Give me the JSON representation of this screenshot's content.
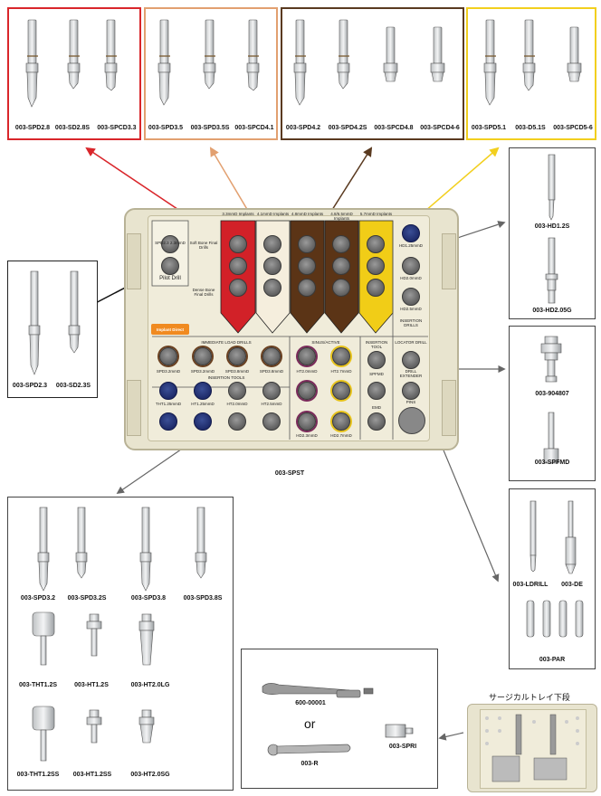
{
  "top_groups": [
    {
      "border": "#d9262b",
      "labels": [
        "003-SPD2.8",
        "003-SD2.8S",
        "003-SPCD3.3"
      ]
    },
    {
      "border": "#e2a070",
      "labels": [
        "003-SPD3.5",
        "003-SPD3.5S",
        "003-SPCD4.1"
      ]
    },
    {
      "border": "#5a3a20",
      "labels": [
        "003-SPD4.2",
        "003-SPD4.2S",
        "003-SPCD4.8",
        "003-SPCD4-6"
      ]
    },
    {
      "border": "#f2cf1e",
      "labels": [
        "003-SPD5.1",
        "003-D5.1S",
        "003-SPCD5-6"
      ]
    }
  ],
  "left_box": {
    "labels": [
      "003-SPD2.3",
      "003-SD2.3S"
    ]
  },
  "right_boxes": [
    {
      "labels": [
        "003-HD1.2S",
        "003-HD2.05G"
      ]
    },
    {
      "labels": [
        "003-904807",
        "003-SPFMD"
      ]
    },
    {
      "labels": [
        "003-LDRILL",
        "003-DE",
        "003-PAR"
      ]
    }
  ],
  "bottom_left": {
    "labels": [
      "003-SPD3.2",
      "003-SPD3.2S",
      "003-SPD3.8",
      "003-SPD3.8S",
      "003-THT1.2S",
      "003-HT1.2S",
      "003-HT2.0LG",
      "003-THT1.2SS",
      "003-HT1.2SS",
      "003-HT2.0SG"
    ]
  },
  "bottom_mid": {
    "wrench": "600-00001",
    "or": "or",
    "ratchet": "003-R",
    "adapter": "003-SPRI"
  },
  "tray_caption": "003-SPST",
  "jp_caption": "サージカルトレイ下段",
  "tray": {
    "col_heads": [
      "3.3mmD Implants",
      "4.1mmD Implants",
      "4.8mmD Implants",
      "4.8/6.5mmD Implants",
      "5.7mmD Implants"
    ],
    "pilot": [
      "SPD2.3 2.3mmD",
      "Pilot Drill"
    ],
    "side_labels": [
      "Soft Bone Final Drills",
      "Dense Bone Final Drills"
    ],
    "immediate": "IMMEDIATE LOAD DRILLS",
    "insertion_tools": "INSERTION TOOLS",
    "sinus": "SINUS/ACTIVE",
    "insertion_tool": "INSERTION TOOL",
    "locator": "LOCATOR DRILL",
    "drill_ext": "DRILL EXTENDER",
    "pins": "PINS",
    "hd_drills": "INSERTION DRILLS",
    "logo": "Implant Direct",
    "well_labels": [
      "SPD3.2mmD",
      "SPD3.2mmD",
      "SPD3.8mmD",
      "SPD3.8mmD",
      "THT1.25mmD",
      "HT1.25mmD",
      "HT2.0mmD",
      "HT2.5mmD",
      "HT2.0mmD",
      "HT2.7mmD",
      "HD2.3mmD",
      "HD2.7mmD",
      "SPFMD",
      "EMD",
      "HD1.25mmD",
      "HD2.0mmD",
      "HD2.5mmD"
    ]
  }
}
